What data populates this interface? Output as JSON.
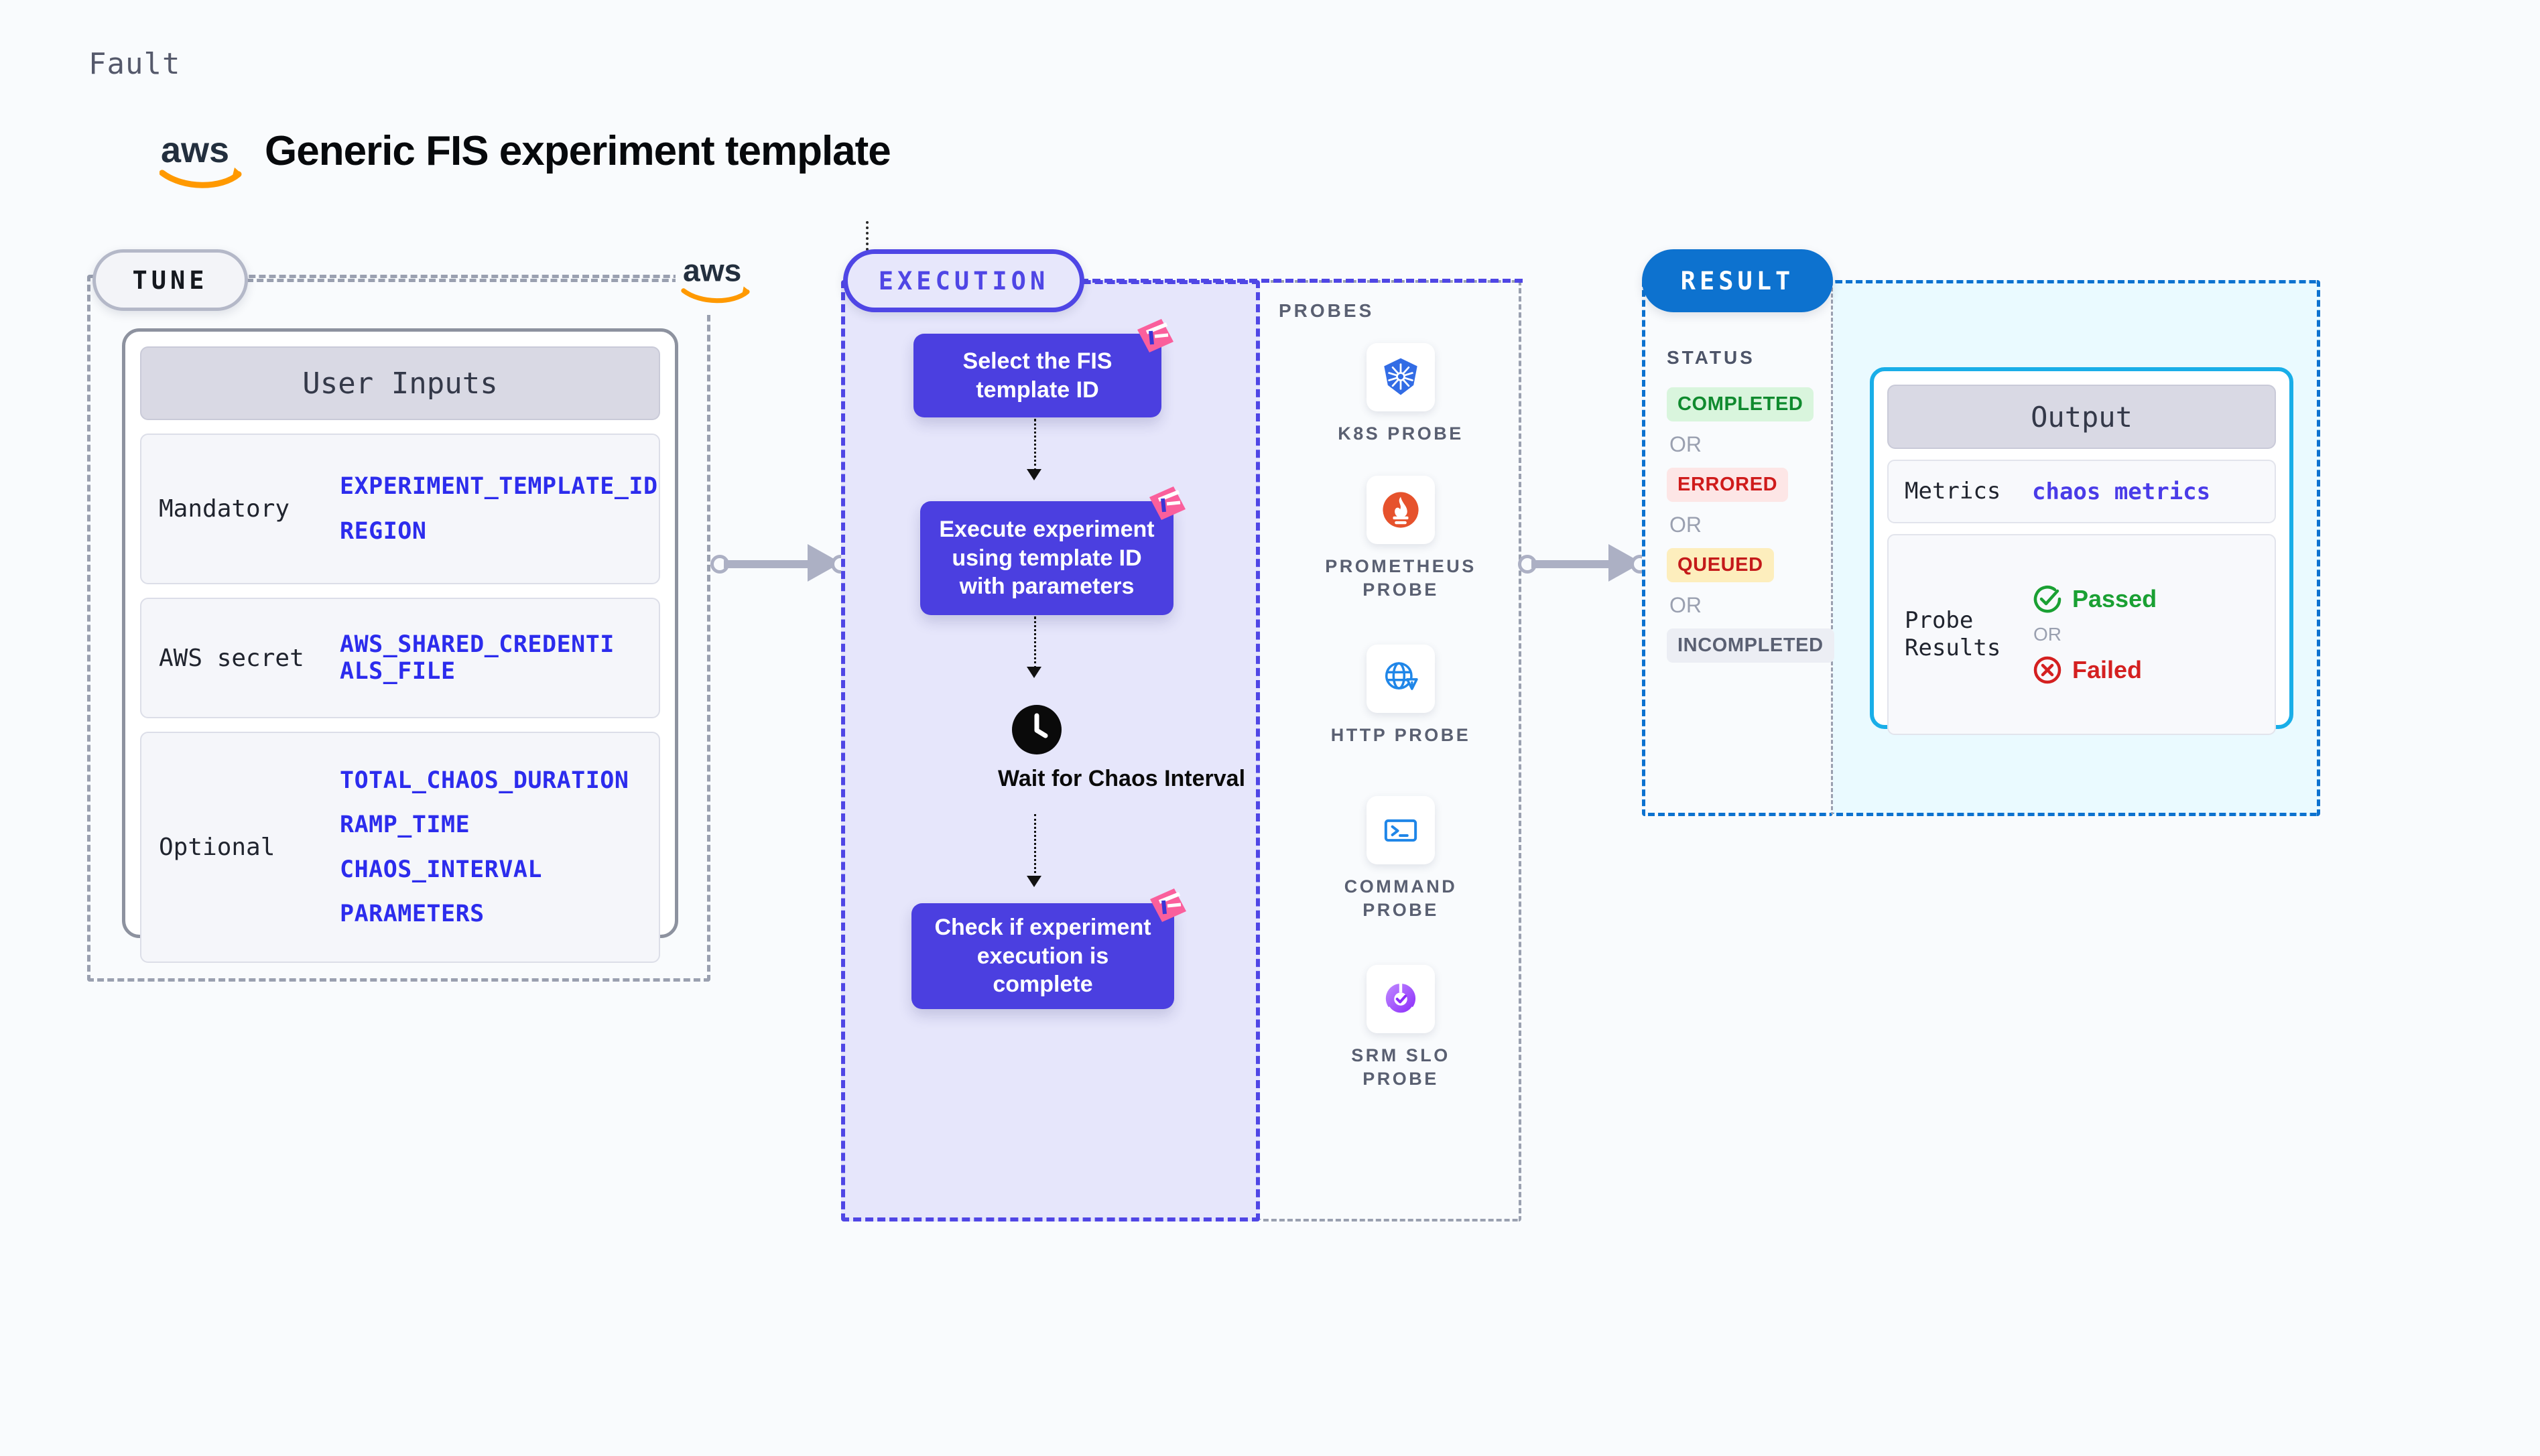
{
  "header": {
    "fault_label": "Fault",
    "title": "Generic FIS experiment template",
    "logo_name": "aws-logo"
  },
  "tune": {
    "pill_label": "TUNE",
    "card_header": "User Inputs",
    "groups": [
      {
        "label": "Mandatory",
        "values": [
          "EXPERIMENT_TEMPLATE_ID",
          "REGION"
        ]
      },
      {
        "label": "AWS secret",
        "values": [
          "AWS_SHARED_CREDENTIALS_FILE"
        ]
      },
      {
        "label": "Optional",
        "values": [
          "TOTAL_CHAOS_DURATION",
          "RAMP_TIME",
          "CHAOS_INTERVAL",
          "PARAMETERS"
        ]
      }
    ]
  },
  "execution": {
    "pill_label": "EXECUTION",
    "steps": [
      {
        "text": "Select the FIS template ID",
        "badge": "litmus-logo"
      },
      {
        "text": "Execute experiment using template ID with parameters",
        "badge": "litmus-logo"
      },
      {
        "text": "Check if experiment execution is complete",
        "badge": "litmus-logo"
      }
    ],
    "wait": {
      "icon": "clock-icon",
      "label": "Wait for Chaos Interval"
    }
  },
  "probes": {
    "title": "PROBES",
    "items": [
      {
        "label": "K8S PROBE",
        "icon": "kubernetes-icon"
      },
      {
        "label": "PROMETHEUS PROBE",
        "icon": "prometheus-icon"
      },
      {
        "label": "HTTP PROBE",
        "icon": "http-globe-icon"
      },
      {
        "label": "COMMAND PROBE",
        "icon": "terminal-icon"
      },
      {
        "label": "SRM SLO PROBE",
        "icon": "srm-slo-icon"
      }
    ]
  },
  "result": {
    "pill_label": "RESULT",
    "status_title": "STATUS",
    "or_text": "OR",
    "statuses": [
      {
        "label": "COMPLETED",
        "style": "sb-completed"
      },
      {
        "label": "ERRORED",
        "style": "sb-errored"
      },
      {
        "label": "QUEUED",
        "style": "sb-queued"
      },
      {
        "label": "INCOMPLETED",
        "style": "sb-incompl"
      }
    ],
    "output": {
      "card_header": "Output",
      "metrics_label": "Metrics",
      "metrics_value": "chaos metrics",
      "probe_results_label": "Probe Results",
      "passed_label": "Passed",
      "failed_label": "Failed",
      "or_text": "OR"
    }
  },
  "colors": {
    "background": "#f9fbfd",
    "execution_accent": "#4f46e5",
    "flow_box": "#4b3fe0",
    "result_accent": "#0d72cf",
    "output_border": "#19aee8",
    "litmus_pink": "#fa5f9c",
    "mono_value": "#2c2ced",
    "connector": "#acb0c4"
  }
}
